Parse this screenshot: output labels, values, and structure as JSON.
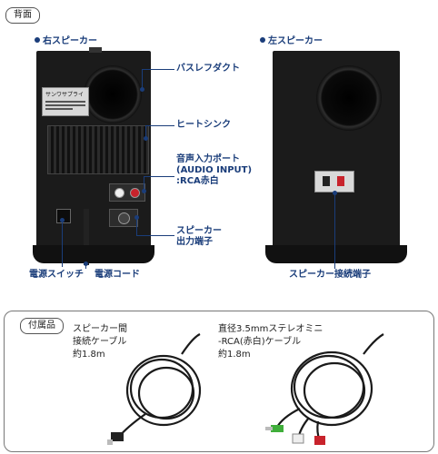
{
  "section_title": "背面",
  "right_speaker": {
    "caption": "右スピーカー",
    "labels": {
      "bass_duct": "バスレフダクト",
      "heat_sink": "ヒートシンク",
      "audio_input_line1": "音声入力ポート",
      "audio_input_line2": "(AUDIO INPUT)",
      "audio_input_line3": ":RCA赤白",
      "speaker_out_line1": "スピーカー",
      "speaker_out_line2": "出力端子",
      "power_switch": "電源スイッチ",
      "power_cord": "電源コード"
    },
    "brand_plate": "サンワサプライ"
  },
  "left_speaker": {
    "caption": "左スピーカー",
    "labels": {
      "connection_terminal": "スピーカー接続端子"
    }
  },
  "accessories": {
    "title": "付属品",
    "item1": {
      "line1": "スピーカー間",
      "line2": "接続ケーブル",
      "line3": "約1.8m"
    },
    "item2": {
      "line1": "直径3.5mmステレオミニ",
      "line2": "-RCA(赤白)ケーブル",
      "line3": "約1.8m"
    }
  },
  "colors": {
    "label_blue": "#1a3d7a",
    "speaker_body": "#1b1b1b",
    "rca_red": "#c8232c",
    "mini_green": "#3fae3a"
  }
}
